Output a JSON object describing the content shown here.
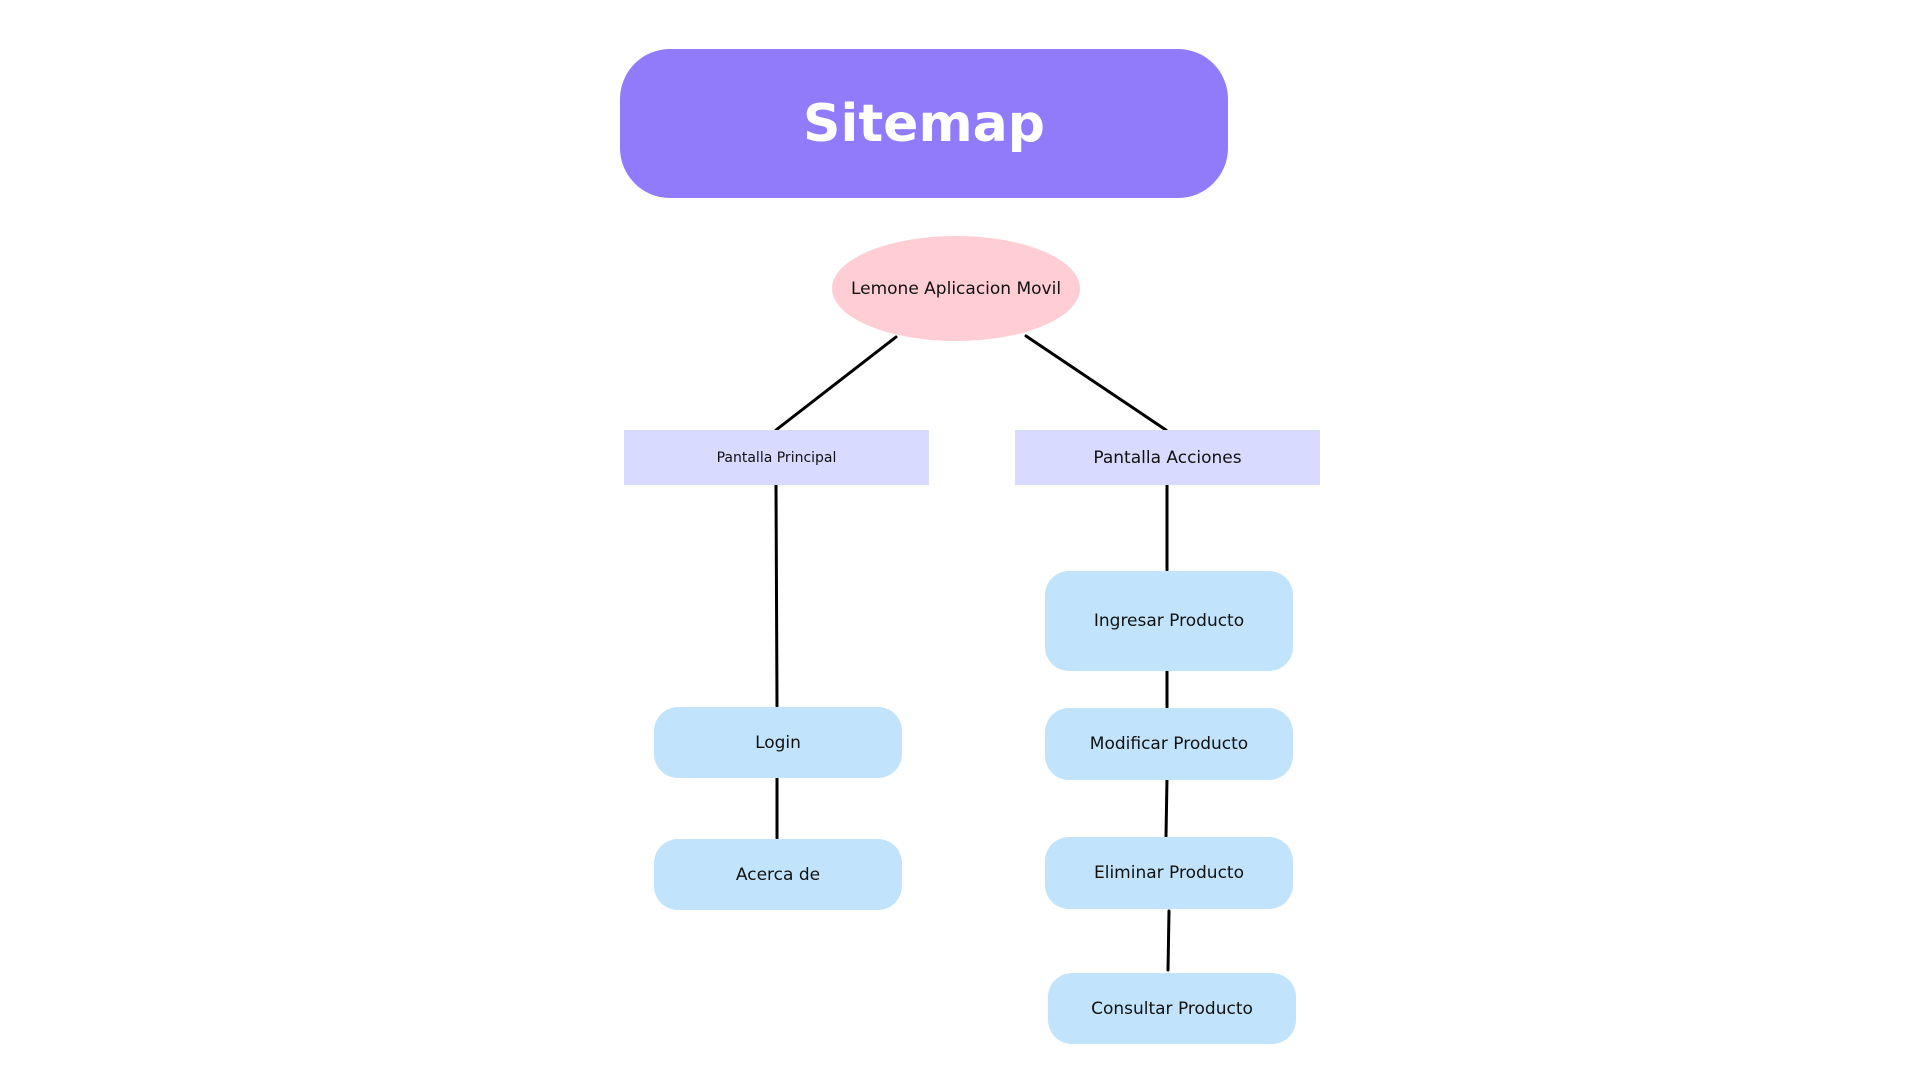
{
  "diagram": {
    "title": "Sitemap",
    "root": {
      "label": "Lemone Aplicacion Movil"
    },
    "branches": [
      {
        "label": "Pantalla Principal",
        "children": [
          "Login",
          "Acerca de"
        ]
      },
      {
        "label": "Pantalla Acciones",
        "children": [
          "Ingresar Producto",
          "Modificar Producto",
          "Eliminar Producto",
          "Consultar Producto"
        ]
      }
    ],
    "colors": {
      "title_fill": "#917bfa",
      "title_text": "#ffffff",
      "root_fill": "#ffcdd4",
      "screen_fill": "#d9daff",
      "page_fill": "#c1e4fc",
      "connector": "#000000"
    }
  }
}
